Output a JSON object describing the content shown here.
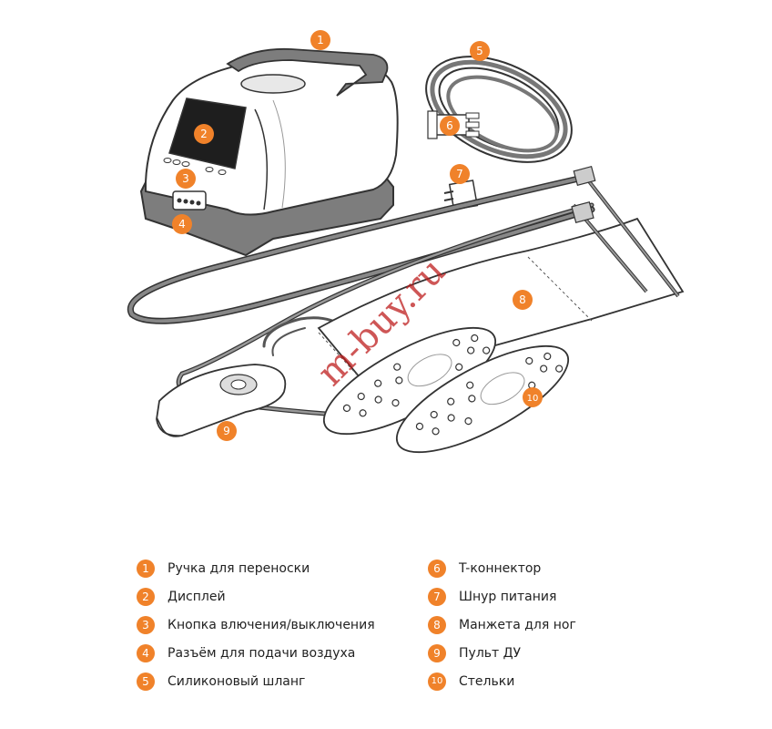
{
  "watermark": "m-buy.ru",
  "callouts": [
    {
      "number": "1",
      "label": "Ручка для переноски"
    },
    {
      "number": "2",
      "label": "Дисплей"
    },
    {
      "number": "3",
      "label": "Кнопка влючения/выключения"
    },
    {
      "number": "4",
      "label": "Разъём для подачи воздуха"
    },
    {
      "number": "5",
      "label": "Силиконовый шланг"
    },
    {
      "number": "6",
      "label": "T-коннектор"
    },
    {
      "number": "7",
      "label": "Шнур питания"
    },
    {
      "number": "8",
      "label": "Манжета для ног"
    },
    {
      "number": "9",
      "label": "Пульт ДУ"
    },
    {
      "number": "10",
      "label": "Стельки"
    }
  ],
  "colors": {
    "badge": "#f0822a",
    "body": "#ffffff",
    "base": "#7d7d7d",
    "hose": "#777777",
    "screen": "#1e1e1e",
    "watermark": "#be1e1e"
  }
}
